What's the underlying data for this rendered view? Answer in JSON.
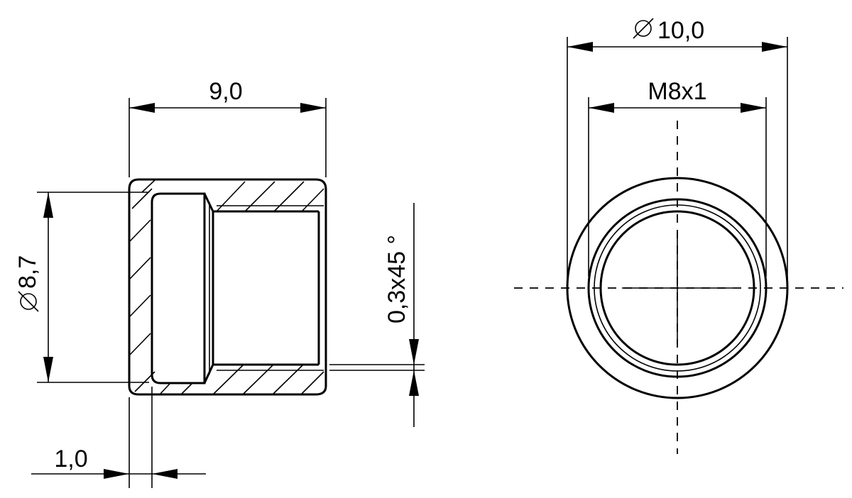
{
  "dimensions": {
    "length": "9,0",
    "outer_diameter_side": "8,7",
    "chamfer": "0,3x45 °",
    "recess_depth": "1,0",
    "outer_diameter_end": "10,0",
    "thread": "M8x1"
  },
  "symbols": {
    "diameter": "diameter-symbol"
  }
}
